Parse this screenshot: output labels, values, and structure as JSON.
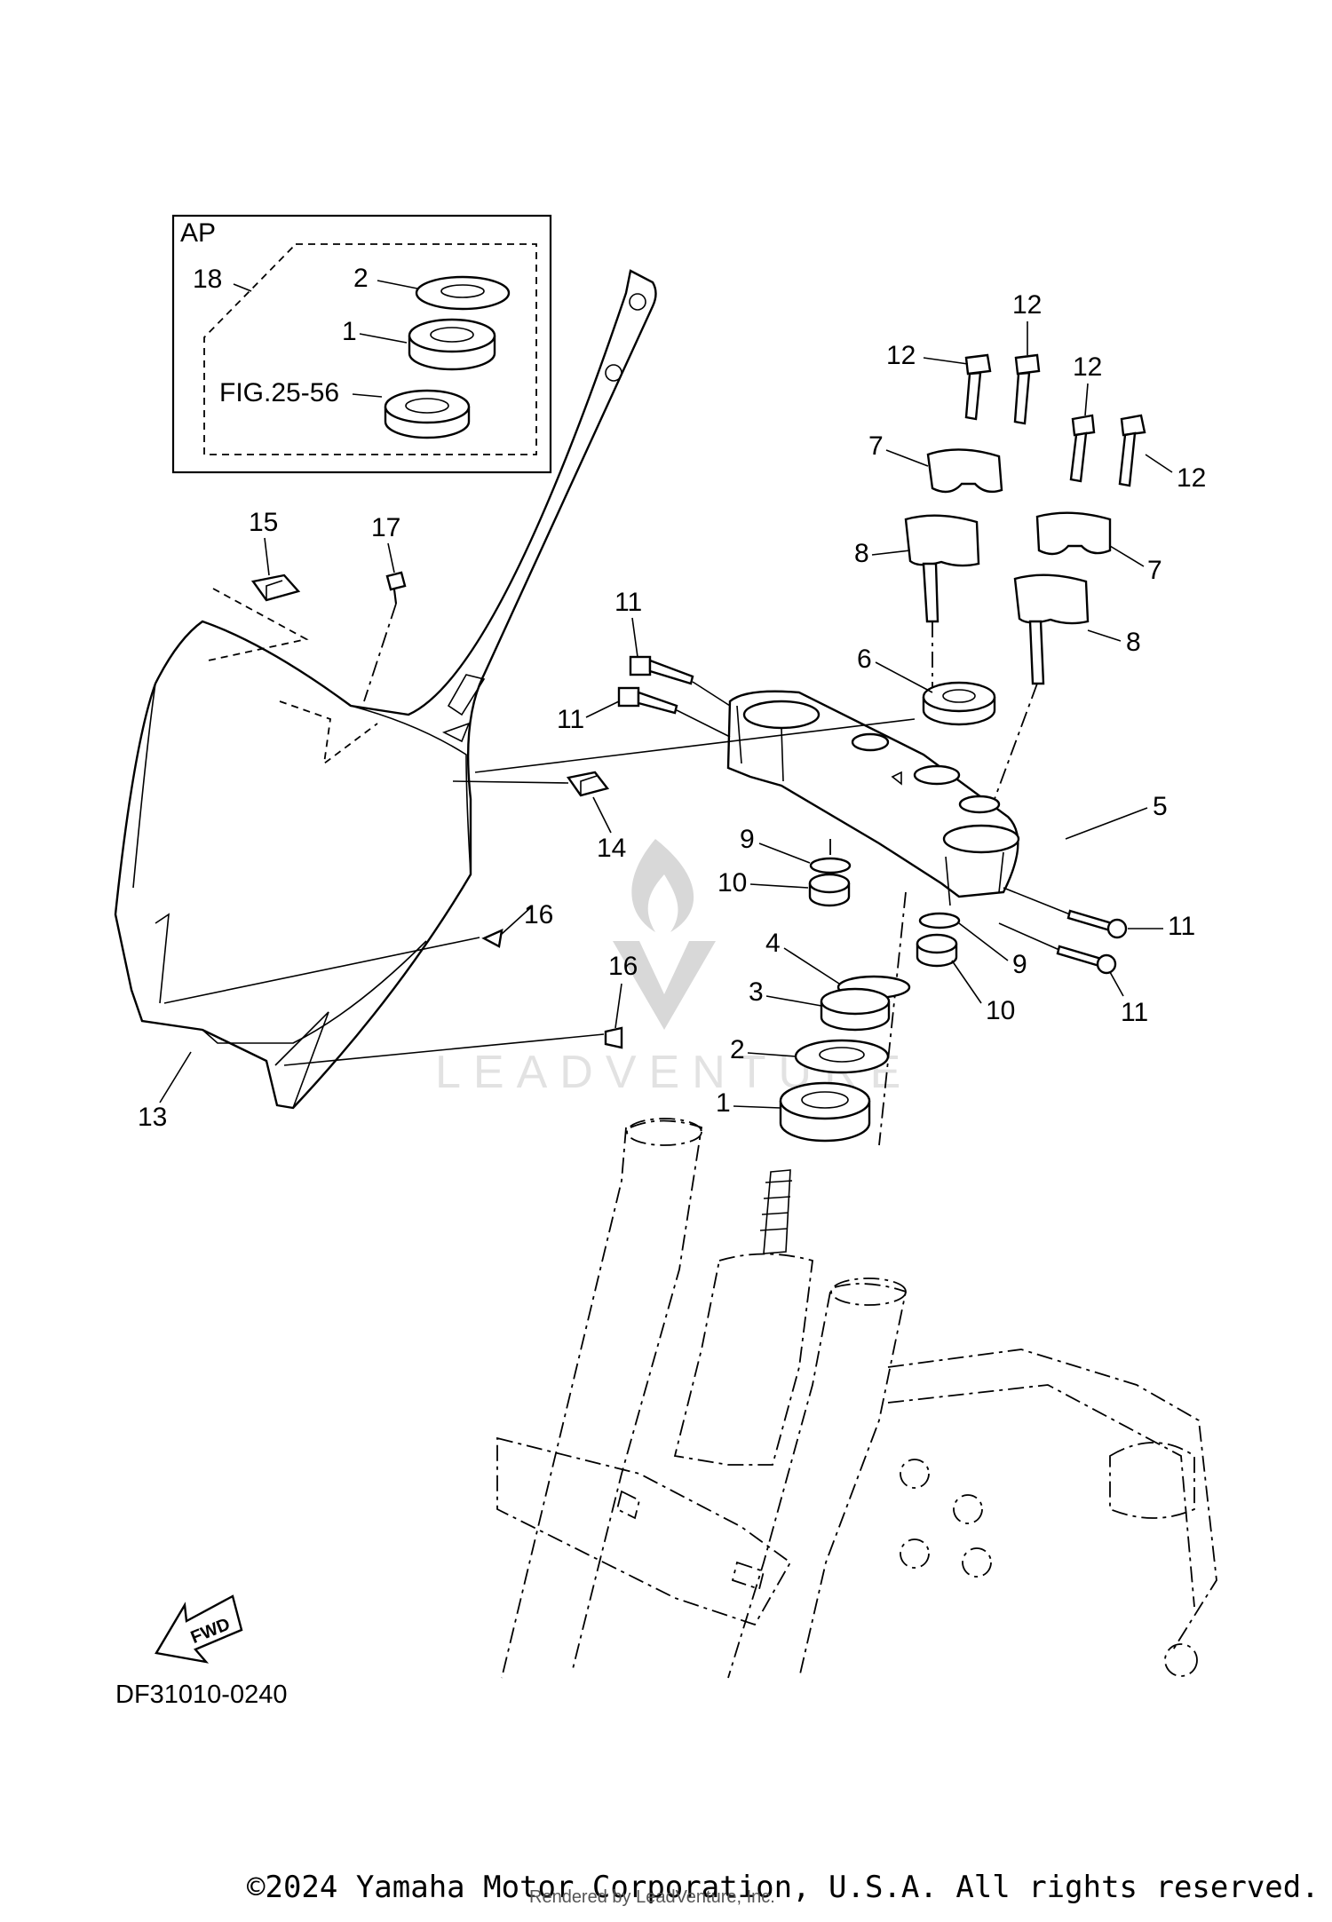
{
  "inset_box": {
    "tag": "AP",
    "kit_callout": "18",
    "reference": "FIG.25-56",
    "callouts": [
      "2",
      "1"
    ]
  },
  "callouts": {
    "c1": "1",
    "c2": "2",
    "c3": "3",
    "c4": "4",
    "c5": "5",
    "c6": "6",
    "c7a": "7",
    "c7b": "7",
    "c8a": "8",
    "c8b": "8",
    "c9a": "9",
    "c9b": "9",
    "c10a": "10",
    "c10b": "10",
    "c11a": "11",
    "c11b": "11",
    "c11c": "11",
    "c11d": "11",
    "c12a": "12",
    "c12b": "12",
    "c12c": "12",
    "c12d": "12",
    "c13": "13",
    "c14": "14",
    "c15": "15",
    "c16a": "16",
    "c16b": "16",
    "c17": "17"
  },
  "fwd_arrow_label": "FWD",
  "diagram_code": "DF31010-0240",
  "watermark_text": "LEADVENTURE",
  "copyright": "©2024 Yamaha Motor Corporation, U.S.A. All rights reserved.",
  "rendered_by": "Rendered by LeadVenture, Inc."
}
